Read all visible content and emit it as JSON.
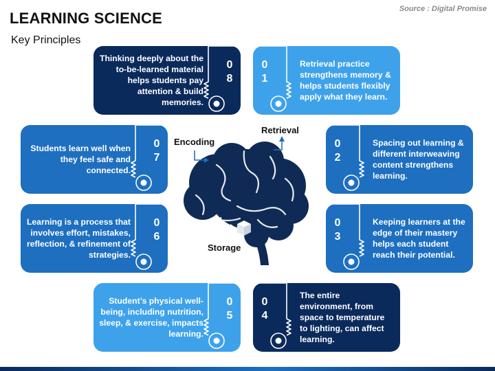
{
  "header": {
    "title": "LEARNING SCIENCE",
    "subtitle": "Key Principles",
    "source": "Source : Digital Promise"
  },
  "diagram": {
    "labels": {
      "encoding": "Encoding",
      "retrieval": "Retrieval",
      "storage": "Storage"
    }
  },
  "cards": [
    {
      "num": [
        "0",
        "1"
      ],
      "text": "Retrieval practice strengthens memory & helps students flexibly apply what they learn.",
      "color": "#3ea2ea"
    },
    {
      "num": [
        "0",
        "2"
      ],
      "text": "Spacing out learning & different interweaving content strengthens learning.",
      "color": "#1e6fc0"
    },
    {
      "num": [
        "0",
        "3"
      ],
      "text": "Keeping learners at the edge of their mastery helps each student reach their potential.",
      "color": "#1e6fc0"
    },
    {
      "num": [
        "0",
        "4"
      ],
      "text": "The entire environment, from space to temperature to lighting, can affect learning.",
      "color": "#0b2a5c"
    },
    {
      "num": [
        "0",
        "5"
      ],
      "text": "Student’s physical well-being, including nutrition, sleep, & exercise, impacts learning.",
      "color": "#3ea2ea"
    },
    {
      "num": [
        "0",
        "6"
      ],
      "text": "Learning is a process that involves effort, mistakes, reflection, & refinement of strategies.",
      "color": "#1e6fc0"
    },
    {
      "num": [
        "0",
        "7"
      ],
      "text": "Students learn well when they feel safe and connected.",
      "color": "#1e6fc0"
    },
    {
      "num": [
        "0",
        "8"
      ],
      "text": "Thinking deeply about the to-be-learned material helps students pay attention & build memories.",
      "color": "#0b2a5c"
    }
  ],
  "colors": {
    "light": "#3ea2ea",
    "mid": "#1e6fc0",
    "dark": "#0b2a5c",
    "brain": "#0f2b55"
  },
  "icons": {
    "brain": "brain-icon",
    "key": "key-icon",
    "cube": "cube-icon"
  }
}
